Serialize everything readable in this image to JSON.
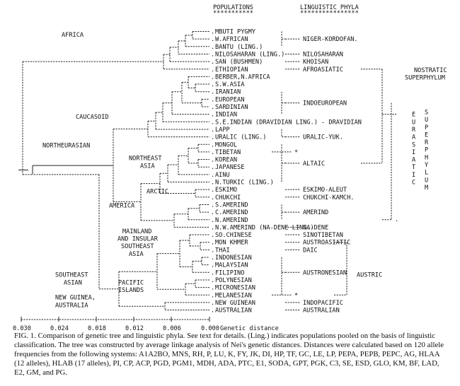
{
  "headers": {
    "populations": "POPULATIONS",
    "populations_stars": "***********",
    "phyla": "LINGUISTIC PHYLA",
    "phyla_stars": "****************"
  },
  "populations": [
    "MBUTI PYGMY",
    "W.AFRICAN",
    "BANTU (LING.)",
    "NILOSAHARAN (LING.)",
    "SAN (BUSHMEN)",
    "ETHIOPIAN",
    "BERBER,N.AFRICA",
    "S.W.ASIA",
    "IRANIAN",
    "EUROPEAN",
    "SARDINIAN",
    "INDIAN",
    "S.E.INDIAN (DRAVIDIAN LING.) - DRAVIDIAN",
    "LAPP",
    "URALIC (LING.)",
    "MONGOL",
    "TIBETAN",
    "KOREAN",
    "JAPANESE",
    "AINU",
    "N.TURKIC (LING.)",
    "ESKIMO",
    "CHUKCHI",
    "S.AMERIND",
    "C.AMERIND",
    "N.AMERIND",
    "N.W.AMERIND (NA-DENE LING.)",
    "SO.CHINESE",
    "MON KHMER",
    "THAI",
    "INDONESIAN",
    "MALAYSIAN",
    "FILIPINO",
    "POLYNESIAN",
    "MICRONESIAN",
    "MELANESIAN",
    "NEW GUINEAN",
    "AUSTRALIAN"
  ],
  "phyla": [
    {
      "label": "NIGER-KORDOFAN.",
      "row": 1
    },
    {
      "label": "NILOSAHARAN",
      "row": 3
    },
    {
      "label": "KHOISAN",
      "row": 4
    },
    {
      "label": "AFROASIATIC",
      "row": 5
    },
    {
      "label": "INDOEUROPEAN",
      "row": 9.5
    },
    {
      "label": "URALIC-YUK.",
      "row": 14
    },
    {
      "label": "ALTAIC",
      "row": 17.5
    },
    {
      "label": "ESKIMO-ALEUT",
      "row": 21
    },
    {
      "label": "CHUKCHI-KAMCH.",
      "row": 22
    },
    {
      "label": "AMERIND",
      "row": 24
    },
    {
      "label": "NA-DENE",
      "row": 26
    },
    {
      "label": "SINOTIBETAN",
      "row": 27
    },
    {
      "label": "AUSTROASIATIC",
      "row": 28
    },
    {
      "label": "DAIC",
      "row": 29
    },
    {
      "label": "AUSTRONESIAN",
      "row": 32
    },
    {
      "label": "INDOPACIFIC",
      "row": 36
    },
    {
      "label": "AUSTRALIAN",
      "row": 37
    }
  ],
  "asterisks": [
    {
      "label": "*",
      "row": 16
    },
    {
      "label": "*",
      "row": 35
    }
  ],
  "groups": {
    "africa": "AFRICA",
    "caucasoid": "CAUCASOID",
    "northeurasian": "NORTHEURASIAN",
    "northeast": "NORTHEAST",
    "asia": "ASIA",
    "arctic": "ARCTIC",
    "america": "AMERICA",
    "mainland1": "MAINLAND",
    "mainland2": "AND INSULAR",
    "mainland3": "SOUTHEAST",
    "mainland4": "ASIA",
    "pacific1": "PACIFIC",
    "pacific2": "ISLANDS",
    "seasian1": "SOUTHEAST",
    "seasian2": "ASIAN",
    "ng1": "NEW GUINEA,",
    "ng2": "AUSTRALIA"
  },
  "superphyla": {
    "nostratic1": "NOSTRATIC",
    "nostratic2": "SUPERPHYLUM",
    "austric": "AUSTRIC",
    "eurasiatic_col1": [
      "E",
      "U",
      "R",
      "A",
      "S",
      "I",
      "A",
      "T",
      "I",
      "C"
    ],
    "eurasiatic_col2": [
      "S",
      "U",
      "P",
      "E",
      "R",
      "P",
      "H",
      "Y",
      "L",
      "U",
      "M"
    ]
  },
  "axis": {
    "ticks": [
      "0.030",
      "0.024",
      "0.018",
      "0.012",
      "0.006",
      "0.000"
    ],
    "label": "Genetic distance"
  },
  "caption": {
    "lines": [
      "FIG. 1.   Comparison of genetic tree and linguistic phyla. See text for details. (Ling.) indicates populations pooled on the basis of linguistic",
      "classification. The tree was constructed by average linkage analysis of Nei's genetic distances. Distances were calculated based on 120 allele",
      "frequencies from the following systems: A1A2BO, MNS, RH, P, LU, K, FY, JK, DI, HP, TF, GC, LE, LP, PEPA, PEPB, PEPC, AG, HLAA",
      "(12 alleles), HLAB (17 alleles), PI, CP, ACP, PGD, PGM1, MDH, ADA, PTC, E1, SODA, GPT, PGK, C3, SE, ESD, GLO, KM, BF, LAD,",
      "E2, GM, and PG."
    ]
  }
}
